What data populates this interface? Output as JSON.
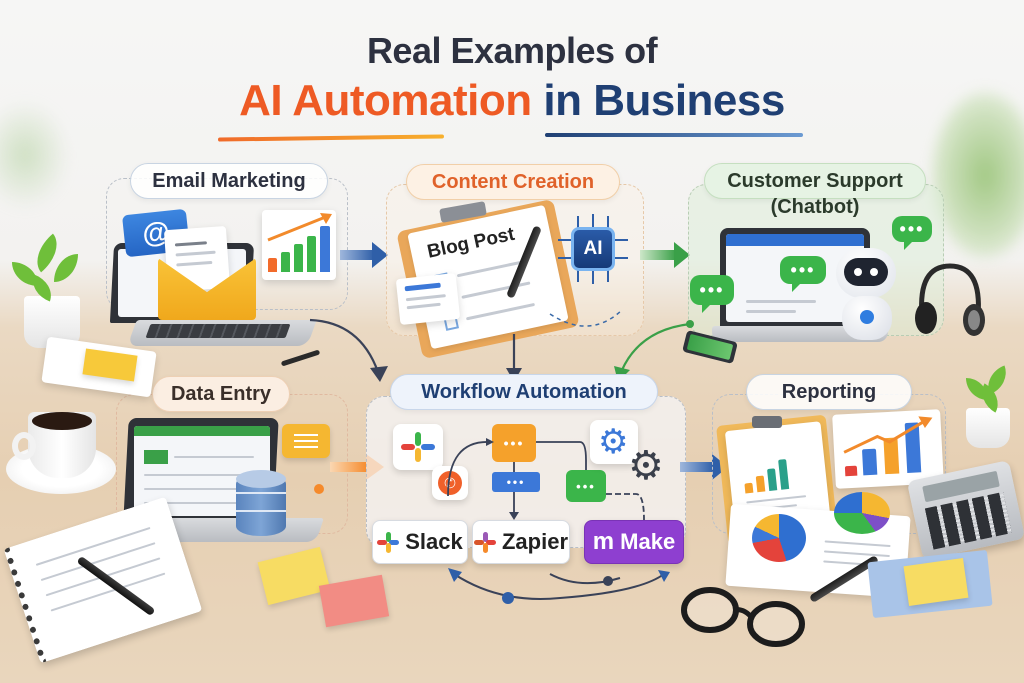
{
  "title": {
    "line1": "Real Examples of",
    "line2_highlight": "AI Automation",
    "line2_rest": "in Business",
    "colors": {
      "dark": "#2d3140",
      "orange": "#ee5a24",
      "navy": "#1f3f73"
    }
  },
  "sections": {
    "email_marketing": {
      "label": "Email Marketing",
      "icon_symbol": "@",
      "chart_bars": [
        "#f26b2b",
        "#3bb54a",
        "#3bb54a",
        "#3bb54a",
        "#3c78d8"
      ]
    },
    "content_creation": {
      "label": "Content Creation",
      "doc_title": "Blog Post",
      "chip_label": "AI"
    },
    "customer_support": {
      "label_line1": "Customer Support",
      "label_line2": "(Chatbot)",
      "chat_bubble": "•••"
    },
    "data_entry": {
      "label": "Data Entry"
    },
    "workflow_automation": {
      "label": "Workflow Automation",
      "nodes": {
        "message": "•••",
        "email": "•••",
        "chat": "•••"
      },
      "tools": [
        {
          "name": "Slack"
        },
        {
          "name": "Zapier"
        },
        {
          "name": "Make",
          "logo": "m"
        }
      ]
    },
    "reporting": {
      "label": "Reporting"
    }
  },
  "flow_colors": {
    "blue": "#2f5fa8",
    "green": "#3aa048",
    "orange": "#f58a2b",
    "navy": "#3a4258"
  }
}
